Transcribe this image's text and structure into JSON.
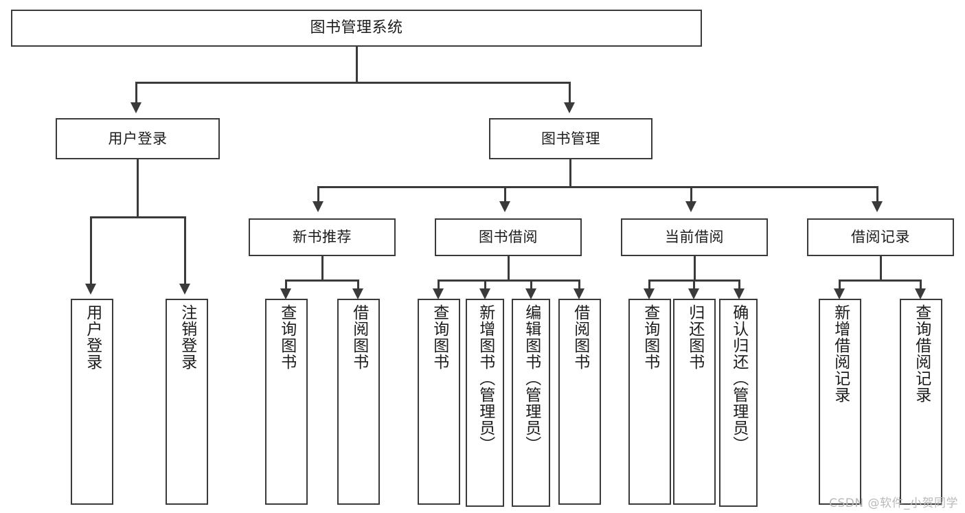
{
  "diagram": {
    "title": "图书管理系统",
    "type": "tree",
    "watermark": "CSDN @软件_小贺同学",
    "colors": {
      "stroke": "#3a3a3a",
      "fill": "#ffffff",
      "text": "#1c1c1c",
      "watermark": "#b9b9b9"
    },
    "root": {
      "label": "图书管理系统"
    },
    "level2": [
      {
        "label": "用户登录"
      },
      {
        "label": "图书管理"
      }
    ],
    "level3": [
      {
        "label": "新书推荐"
      },
      {
        "label": "图书借阅"
      },
      {
        "label": "当前借阅"
      },
      {
        "label": "借阅记录"
      }
    ],
    "leaves": {
      "user_login": [
        {
          "label": "用户登录"
        },
        {
          "label": "注销登录"
        }
      ],
      "new_book_recommend": [
        {
          "label": "查询图书"
        },
        {
          "label": "借阅图书"
        }
      ],
      "book_borrow": [
        {
          "label": "查询图书"
        },
        {
          "label": "新增图书（管理员）"
        },
        {
          "label": "编辑图书（管理员）"
        },
        {
          "label": "借阅图书"
        }
      ],
      "current_borrow": [
        {
          "label": "查询图书"
        },
        {
          "label": "归还图书"
        },
        {
          "label": "确认归还（管理员）"
        }
      ],
      "borrow_record": [
        {
          "label": "新增借阅记录"
        },
        {
          "label": "查询借阅记录"
        }
      ]
    }
  }
}
